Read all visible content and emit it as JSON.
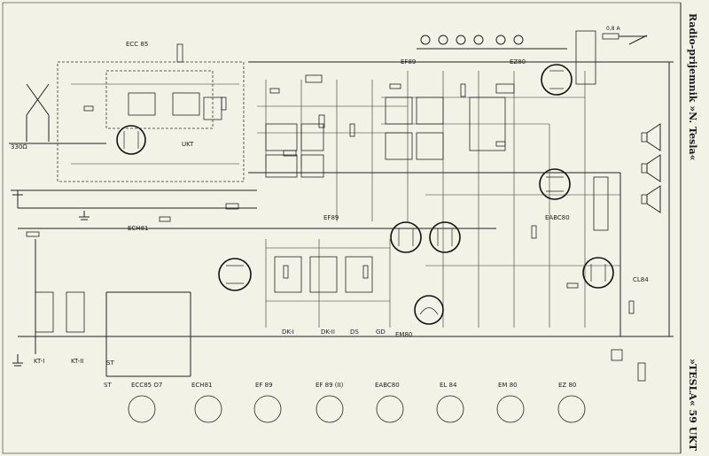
{
  "side_title_top": "Radio-prijemnik »N. Tesla«",
  "side_title_bottom": "»TESLA« 59 UKT",
  "tube_labels": {
    "ecc85": "ECC 85",
    "ukt": "UKT",
    "ech81": "ECH81",
    "ef89_mid": "EF89",
    "ef89_top": "EF89",
    "ez80_top": "EZ80",
    "eabc80": "EABC80",
    "em80": "EM80",
    "el84": "CL84"
  },
  "left_labels": {
    "v330": "330Ω",
    "kt1": "KT-I",
    "kt2": "KT-II",
    "st": "ST"
  },
  "switch_labels": [
    "DK-I",
    "DK-II",
    "DS",
    "GD"
  ],
  "socket_labels": [
    "ST",
    "ECC85 O7",
    "ECH81",
    "EF 89",
    "EF 89 (II)",
    "EABC80",
    "EL 84",
    "EM 80",
    "EZ 80"
  ],
  "fuse_label": "0,8 A"
}
